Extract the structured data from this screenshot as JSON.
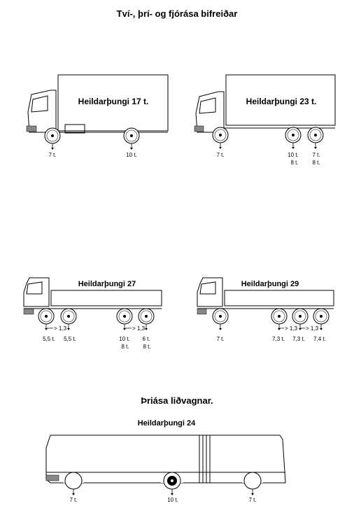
{
  "headings": {
    "main": "Tví-, þrí- og fjórása bifreiðar",
    "articulated": "Þriása liðvagnar."
  },
  "trucks": [
    {
      "id": "two_axle_17",
      "label": "Heildarþungi 17 t.",
      "loads": [
        "7 t.",
        "10 t."
      ]
    },
    {
      "id": "three_axle_23",
      "label": "Heildarþungi 23 t.",
      "loads": [
        "7 t.",
        "10 t.",
        "8 t.",
        "7 t.",
        "8 t."
      ]
    },
    {
      "id": "four_axle_27",
      "label": "Heildarþungi 27",
      "spacings": [
        "> 1,3",
        "> 1,3"
      ],
      "loads": [
        "5,5 t.",
        "5,5 t.",
        "10 t.",
        "8 t.",
        "6 t.",
        "8 t."
      ]
    },
    {
      "id": "four_axle_29",
      "label": "Heildarþungi 29",
      "spacings": [
        "> 1,3",
        "> 1,3"
      ],
      "loads": [
        "7 t.",
        "7,3 t.",
        "7,3 t.",
        "7,4 t."
      ]
    },
    {
      "id": "bus_24",
      "label": "Heildarþungi 24",
      "loads": [
        "7 t.",
        "10 t.",
        "7 t."
      ]
    }
  ]
}
